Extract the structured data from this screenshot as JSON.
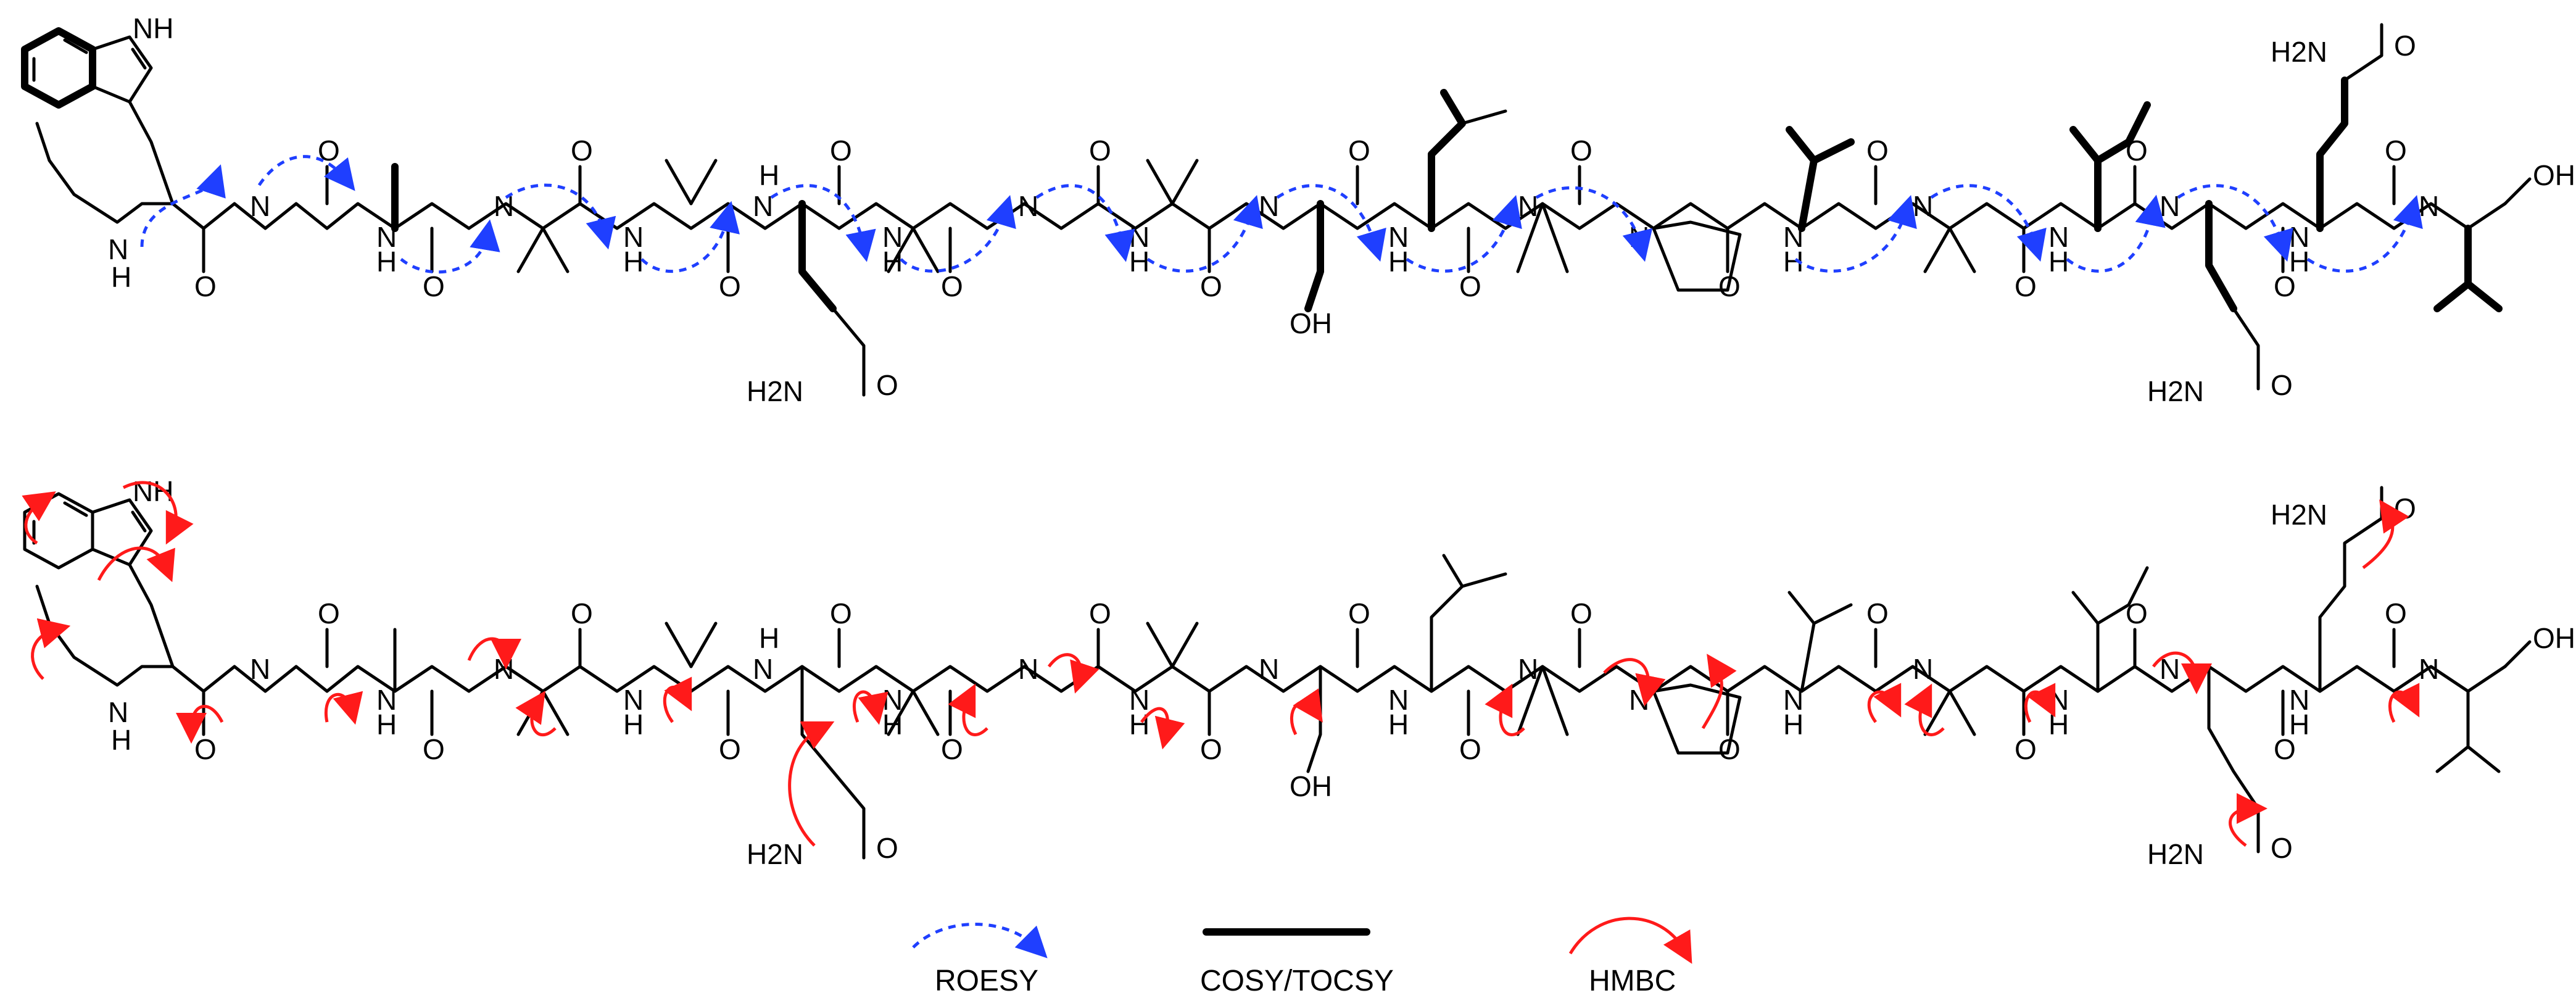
{
  "labels": {
    "nh": "NH",
    "n": "N",
    "h": "H",
    "o": "O",
    "oh": "OH",
    "h2n": "H2N"
  },
  "legend": {
    "roesy": "ROESY",
    "cosy": "COSY/TOCSY",
    "hmbc": "HMBC"
  },
  "colors": {
    "roesy": "#1f3fff",
    "hmbc": "#ff1a1a",
    "bond": "#000000"
  }
}
